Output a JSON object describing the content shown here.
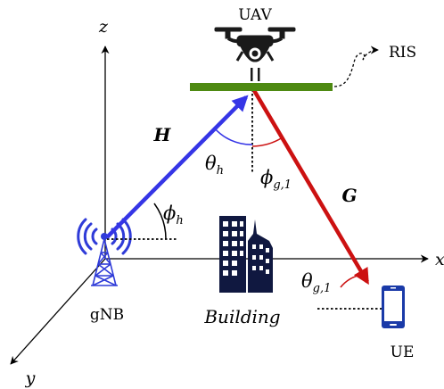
{
  "axes": {
    "x": "x",
    "y": "y",
    "z": "z"
  },
  "nodes": {
    "uav": "UAV",
    "ris": "RIS",
    "gnb": "gNB",
    "ue": "UE",
    "building": "Building"
  },
  "channels": {
    "h": "H",
    "g": "G"
  },
  "angles": {
    "phi_h_base": "ϕ",
    "phi_h_sub": "h",
    "theta_h_base": "θ",
    "theta_h_sub": "h",
    "phi_g_base": "ϕ",
    "phi_g_sub": "g,1",
    "theta_g_base": "θ",
    "theta_g_sub": "g,1"
  },
  "colors": {
    "h_link": "#3535e6",
    "g_link": "#cc1111",
    "ris_panel": "#4e8a12",
    "building": "#101840",
    "ue_device": "#1a3aa8",
    "tower": "#2f3bd8",
    "angle_phi_h": "#000000",
    "angle_theta_h": "#3535e6",
    "angle_phi_g": "#cc1111",
    "angle_theta_g": "#cc1111"
  }
}
